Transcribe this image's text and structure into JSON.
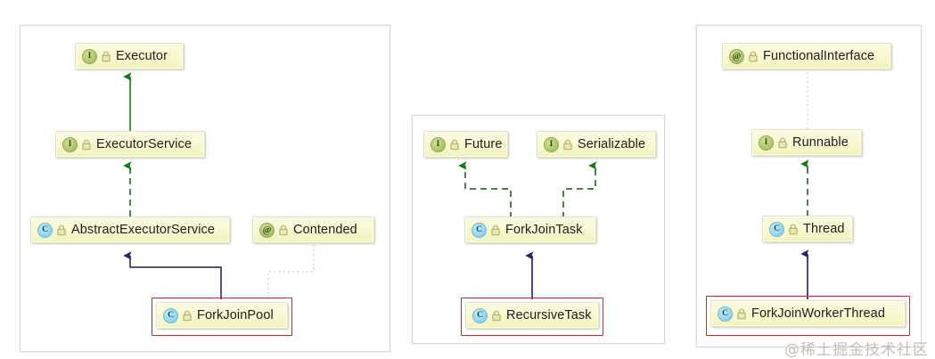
{
  "diagram": {
    "title": "Java ForkJoin class hierarchy diagram",
    "colors": {
      "node_fill": "#f8f8cf",
      "node_border": "#e3e3bb",
      "panel_border": "#d9d9d9",
      "selection_border": "#a33b34",
      "realization_green": "#137a13",
      "inheritance_navy": "#2a2a6e",
      "dependency_gray": "#c9c9c9"
    },
    "icons": {
      "interface": "interface-icon",
      "class": "class-icon",
      "annotation": "annotation-icon",
      "visibility": "lock-icon"
    },
    "panels": [
      {
        "id": "panel-executor",
        "nodes": [
          {
            "id": "executor",
            "label": "Executor",
            "kind": "interface",
            "letter": "I",
            "selected": false
          },
          {
            "id": "executor-service",
            "label": "ExecutorService",
            "kind": "interface",
            "letter": "I",
            "selected": false
          },
          {
            "id": "abstract-executor-service",
            "label": "AbstractExecutorService",
            "kind": "class",
            "letter": "C",
            "selected": false
          },
          {
            "id": "contended",
            "label": "Contended",
            "kind": "annotation",
            "letter": "@",
            "selected": false
          },
          {
            "id": "fork-join-pool",
            "label": "ForkJoinPool",
            "kind": "class",
            "letter": "C",
            "selected": true
          }
        ],
        "edges": [
          {
            "from": "executor-service",
            "to": "executor",
            "type": "extension"
          },
          {
            "from": "abstract-executor-service",
            "to": "executor-service",
            "type": "realization"
          },
          {
            "from": "fork-join-pool",
            "to": "abstract-executor-service",
            "type": "inheritance"
          },
          {
            "from": "fork-join-pool",
            "to": "contended",
            "type": "dependency"
          }
        ]
      },
      {
        "id": "panel-task",
        "nodes": [
          {
            "id": "future",
            "label": "Future",
            "kind": "interface",
            "letter": "I",
            "selected": false
          },
          {
            "id": "serializable",
            "label": "Serializable",
            "kind": "interface",
            "letter": "I",
            "selected": false
          },
          {
            "id": "fork-join-task",
            "label": "ForkJoinTask",
            "kind": "class",
            "letter": "C",
            "selected": false
          },
          {
            "id": "recursive-task",
            "label": "RecursiveTask",
            "kind": "class",
            "letter": "C",
            "selected": true
          }
        ],
        "edges": [
          {
            "from": "fork-join-task",
            "to": "future",
            "type": "realization"
          },
          {
            "from": "fork-join-task",
            "to": "serializable",
            "type": "realization"
          },
          {
            "from": "recursive-task",
            "to": "fork-join-task",
            "type": "inheritance"
          }
        ]
      },
      {
        "id": "panel-thread",
        "nodes": [
          {
            "id": "functional-interface",
            "label": "FunctionalInterface",
            "kind": "annotation",
            "letter": "@",
            "selected": false
          },
          {
            "id": "runnable",
            "label": "Runnable",
            "kind": "interface",
            "letter": "I",
            "selected": false
          },
          {
            "id": "thread",
            "label": "Thread",
            "kind": "class",
            "letter": "C",
            "selected": false
          },
          {
            "id": "fork-join-worker-thread",
            "label": "ForkJoinWorkerThread",
            "kind": "class",
            "letter": "C",
            "selected": true
          }
        ],
        "edges": [
          {
            "from": "runnable",
            "to": "functional-interface",
            "type": "dependency"
          },
          {
            "from": "thread",
            "to": "runnable",
            "type": "realization"
          },
          {
            "from": "fork-join-worker-thread",
            "to": "thread",
            "type": "inheritance"
          }
        ]
      }
    ],
    "watermark": "@稀土掘金技术社区"
  }
}
